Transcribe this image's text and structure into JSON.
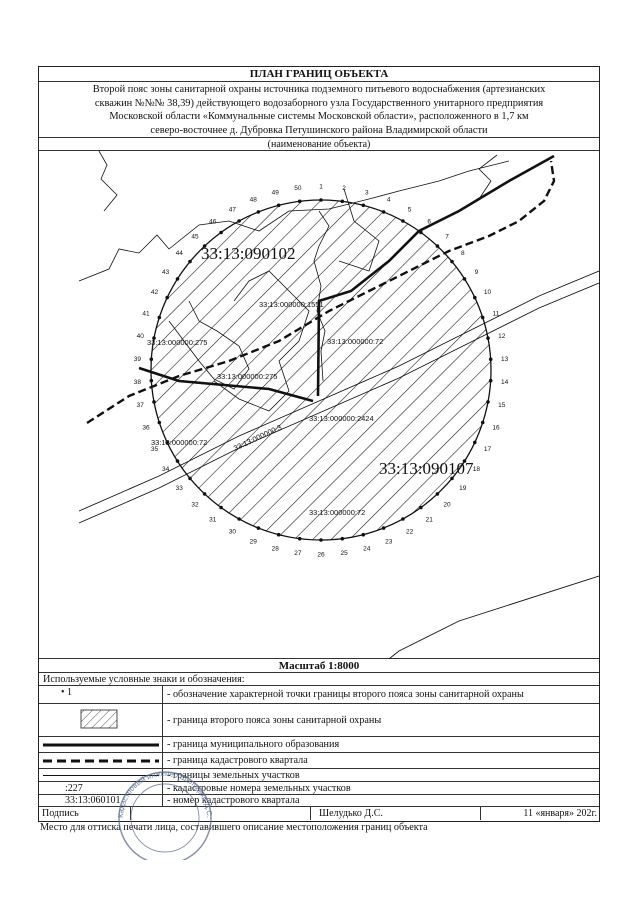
{
  "title": "ПЛАН ГРАНИЦ ОБЪЕКТА",
  "description": [
    "Второй пояс зоны санитарной охраны источника подземного питьевого водоснабжения (артезианских",
    "скважин №№№ 38,39) действующего водозаборного узла Государственного унитарного предприятия",
    "Московской области «Коммунальные системы Московской области», расположенного в 1,7 км",
    "северо-восточнее д. Дубровка Петушинского района Владимирской области"
  ],
  "object_name_caption": "(наименование объекта)",
  "map": {
    "quarter_labels": [
      "33:13:090102",
      "33:13:090107"
    ],
    "parcel_labels": [
      "33:13:000000:1551",
      "33:13:000000:72",
      "33:13:000000:275",
      "33:13:000000:275",
      "33:13:000000:2424",
      "33:13:000000:72",
      "33:13:000000:3",
      "33:13:000000:72"
    ],
    "point_numbers": [
      "1",
      "2",
      "3",
      "4",
      "5",
      "6",
      "7",
      "8",
      "9",
      "10",
      "11",
      "12",
      "13",
      "14",
      "15",
      "16",
      "17",
      "18",
      "19",
      "20",
      "21",
      "22",
      "23",
      "24",
      "25",
      "26",
      "27",
      "28",
      "29",
      "30",
      "31",
      "32",
      "33",
      "34",
      "35",
      "36",
      "37",
      "38",
      "39",
      "40",
      "41",
      "42",
      "43",
      "44",
      "45",
      "46",
      "47",
      "48",
      "49",
      "50"
    ]
  },
  "scale": "Масштаб 1:8000",
  "legend": {
    "title": "Используемые условные знаки и обозначения:",
    "items": [
      {
        "symbol": "• 1",
        "text": "- обозначение характерной точки границы второго пояса зоны санитарной охраны"
      },
      {
        "symbol": "",
        "text": "- граница второго пояса зоны санитарной охраны"
      },
      {
        "symbol": "",
        "text": "- граница муниципального образования"
      },
      {
        "symbol": "",
        "text": "- граница кадастрового квартала"
      },
      {
        "symbol": "",
        "text": "- границы земельных участков"
      },
      {
        "symbol": ":227",
        "text": "- кадастровые номера земельных участков"
      },
      {
        "symbol": "33:13:060101",
        "text": "- номер кадастрового квартала"
      }
    ]
  },
  "signature": {
    "label": "Подпись",
    "name": "Шелудько Д.С.",
    "date": "11 «января» 202г."
  },
  "footer_note": "Место для оттиска печати лица, составившего описание местоположения границ объекта",
  "stamp": {
    "text": "Кадастровый инженер Шелудько Д.С.",
    "color": "#5a6a8a"
  }
}
